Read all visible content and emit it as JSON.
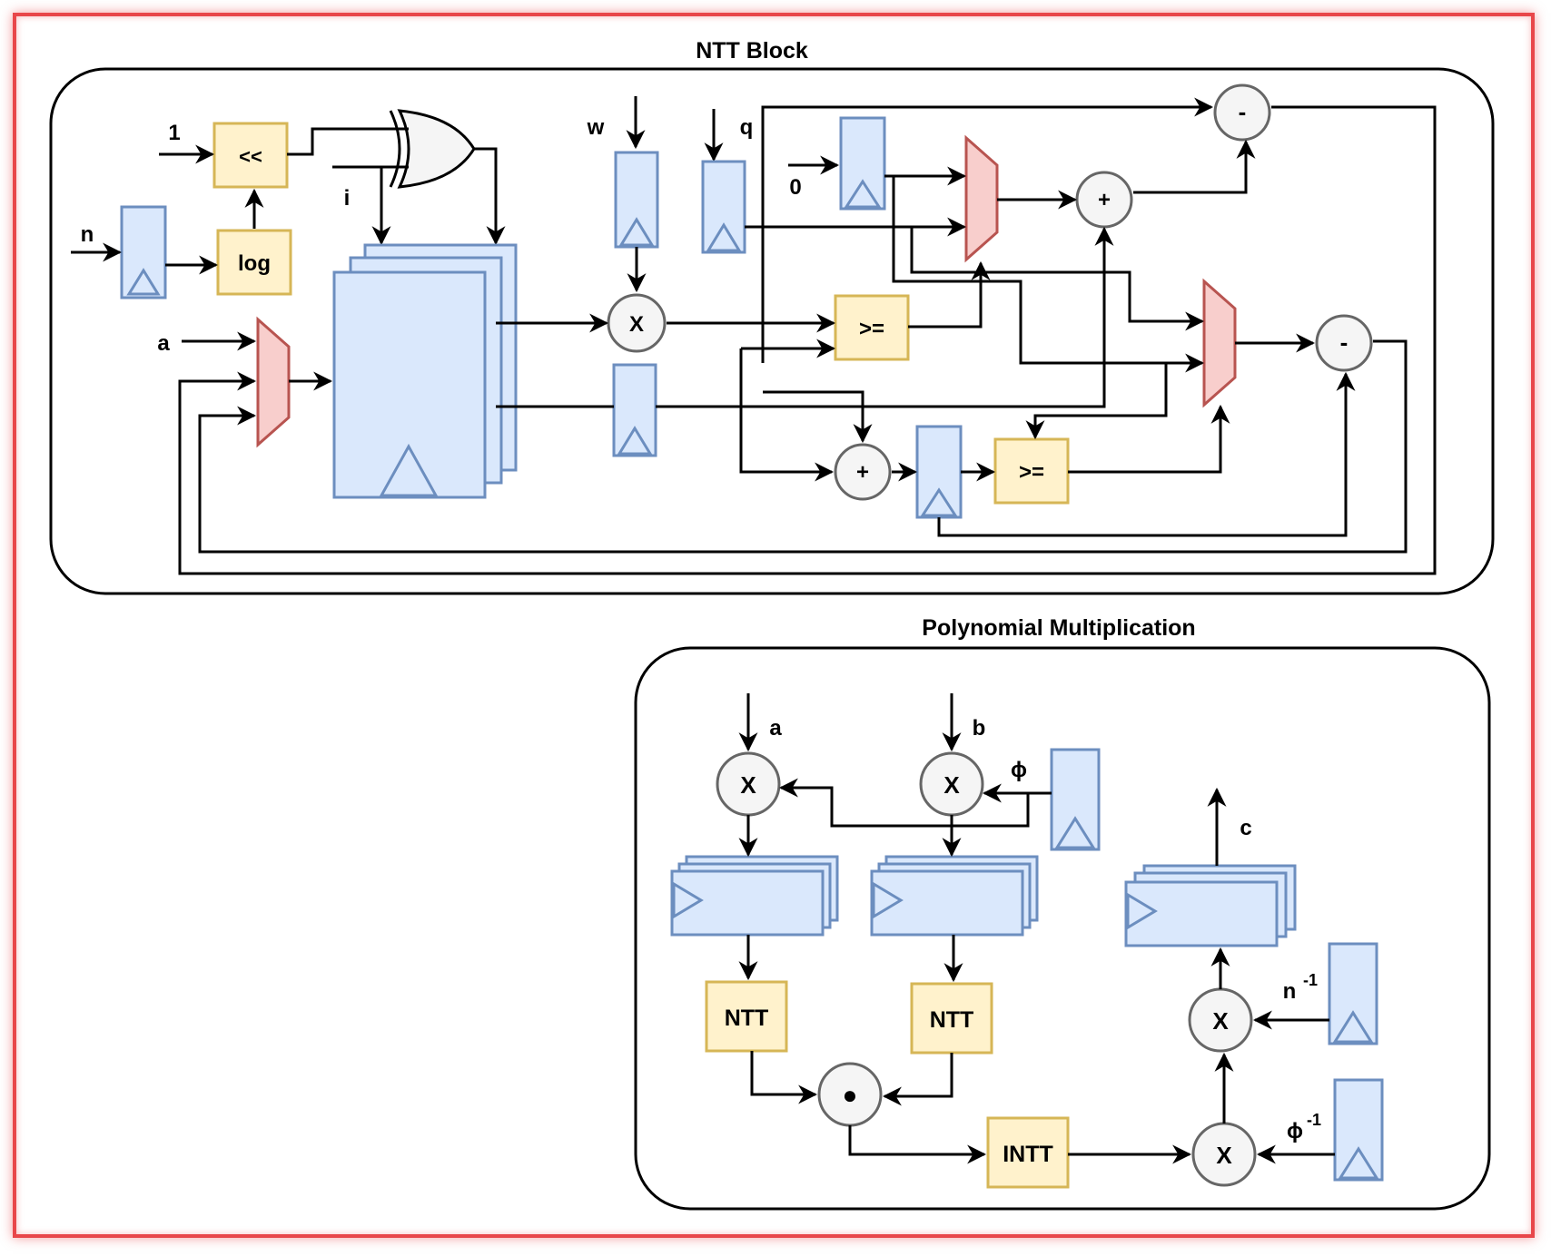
{
  "ntt_block": {
    "title": "NTT Block",
    "inputs": {
      "one": "1",
      "n": "n",
      "i": "i",
      "w": "w",
      "q": "q",
      "zero": "0",
      "a": "a"
    },
    "ops": {
      "shift": "<<",
      "log": "log",
      "ge1": ">=",
      "ge2": ">="
    },
    "circles": {
      "mul": "X",
      "add1": "+",
      "add2": "+",
      "sub1": "-",
      "sub2": "-"
    }
  },
  "poly_mult": {
    "title": "Polynomial Multiplication",
    "inputs": {
      "a": "a",
      "b": "b",
      "phi": "ϕ",
      "n_inv_base": "n",
      "n_inv_exp": "-1",
      "phi_inv_base": "ϕ",
      "phi_inv_exp": "-1"
    },
    "output": "c",
    "blocks": {
      "ntt_a": "NTT",
      "ntt_b": "NTT",
      "intt": "INTT"
    },
    "circles": {
      "mul_a": "X",
      "mul_b": "X",
      "pointwise": "●",
      "mul_n": "X",
      "mul_phi": "X"
    }
  },
  "colors": {
    "register": "#dae8fc",
    "operator": "#fff2cc",
    "mux": "#f8cecc",
    "frame": "#e8474a"
  },
  "icons": [
    "clock-triangle-icon",
    "xor-gate-icon",
    "arrow-icon"
  ]
}
